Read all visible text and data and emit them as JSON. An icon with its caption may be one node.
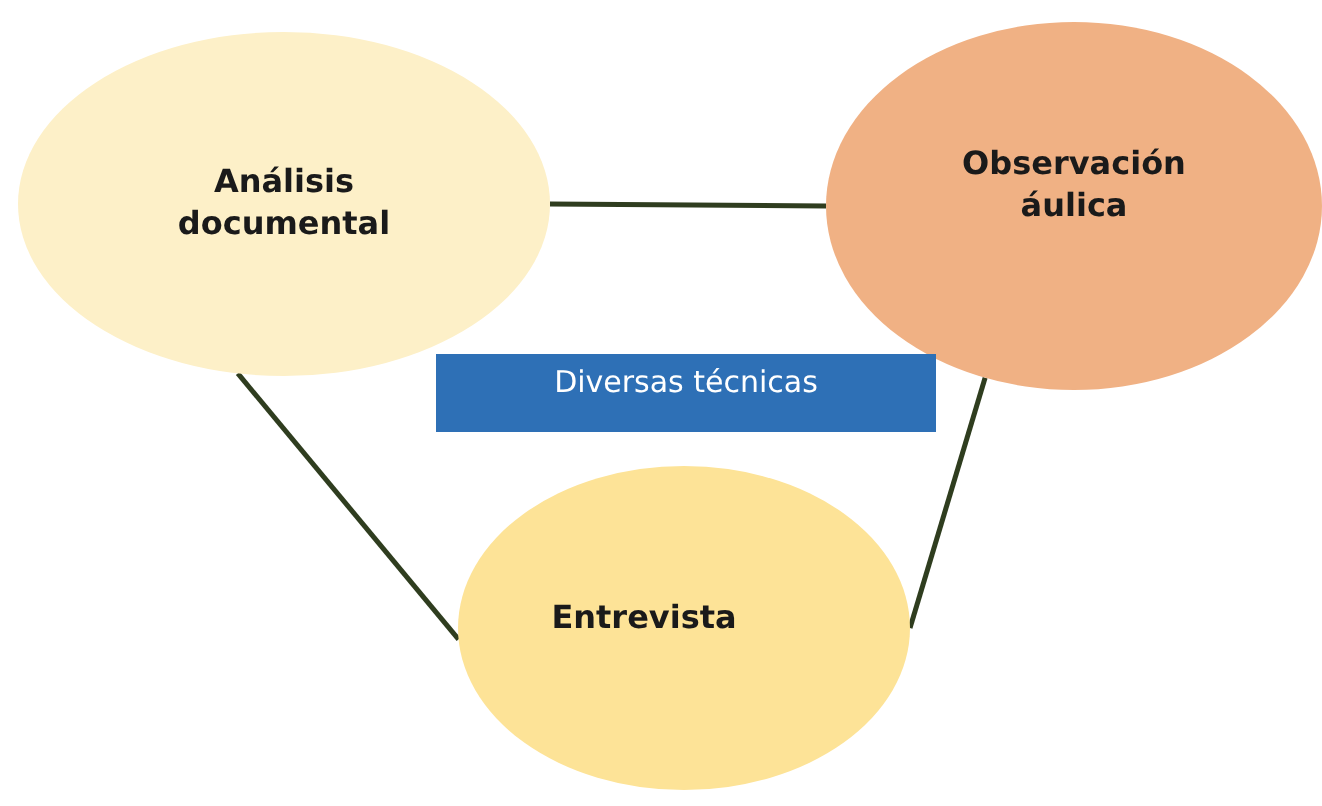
{
  "diagram": {
    "nodes": [
      {
        "text": [
          "Análisis documental"
        ]
      },
      {
        "text": [
          "Observación áulica"
        ]
      },
      {
        "text": [
          "Entrevista"
        ]
      },
      {
        "text": [
          "Diversas técnicas"
        ]
      }
    ],
    "edges": [
      {
        "from": 0,
        "to": 1,
        "arrow": "none"
      },
      {
        "from": 0,
        "to": 2,
        "arrow": "none"
      },
      {
        "from": 1,
        "to": 2,
        "arrow": "none"
      }
    ]
  }
}
